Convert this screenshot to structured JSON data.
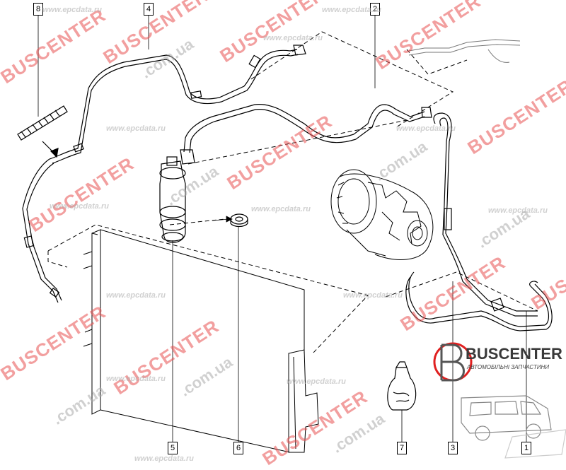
{
  "callouts": [
    {
      "num": "8"
    },
    {
      "num": "4"
    },
    {
      "num": "2"
    },
    {
      "num": "5"
    },
    {
      "num": "6"
    },
    {
      "num": "7"
    },
    {
      "num": "3"
    },
    {
      "num": "1"
    }
  ],
  "watermarks": {
    "brand": "BUSCENTER",
    "domain_ua": ".com.ua",
    "domain_epc": "www.epcdata.ru",
    "domain_full": "BUSCENTER.com.ua"
  },
  "logo": {
    "name": "BUSCENTER",
    "subtitle": "АВТОМОБІЛЬНІ ЗАПЧАСТИНИ"
  },
  "colors": {
    "line": "#000000",
    "watermark_red": "#e85050",
    "logo_red": "#e02020",
    "logo_gray": "#555555"
  }
}
